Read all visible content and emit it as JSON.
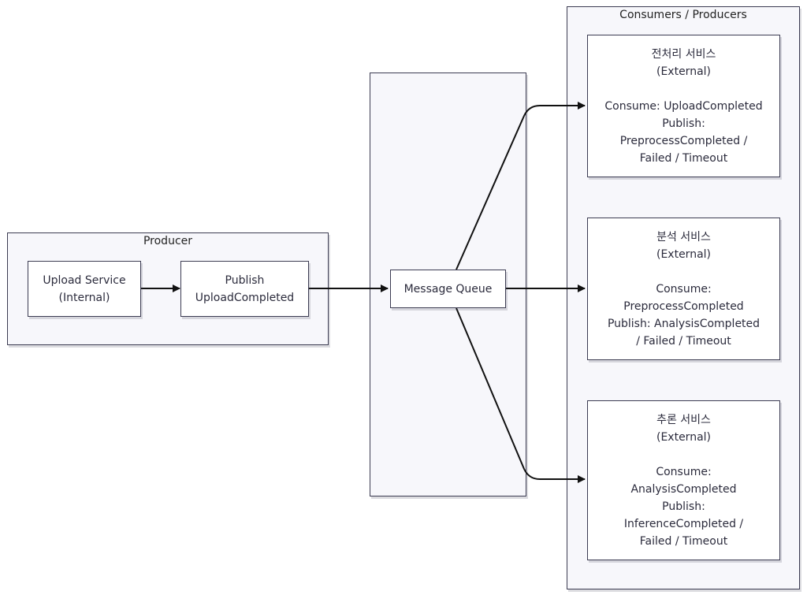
{
  "clusters": {
    "producer": {
      "title": "Producer"
    },
    "queue": {
      "title": ""
    },
    "consumers": {
      "title": "Consumers / Producers"
    }
  },
  "nodes": {
    "upload_service": "Upload Service\n(Internal)",
    "publish_upload": "Publish\nUploadCompleted",
    "message_queue": "Message Queue",
    "preprocess_service": "전처리 서비스\n(External)\n\nConsume: UploadCompleted\nPublish:\nPreprocessCompleted /\nFailed / Timeout",
    "analysis_service": "분석 서비스\n(External)\n\nConsume:\nPreprocessCompleted\nPublish: AnalysisCompleted\n/ Failed / Timeout",
    "inference_service": "추론 서비스\n(External)\n\nConsume:\nAnalysisCompleted\nPublish:\nInferenceCompleted /\nFailed / Timeout"
  },
  "colors": {
    "stroke": "#3c3c52",
    "cluster_fill": "#f7f7fb",
    "node_fill": "#ffffff",
    "edge": "#111111"
  }
}
